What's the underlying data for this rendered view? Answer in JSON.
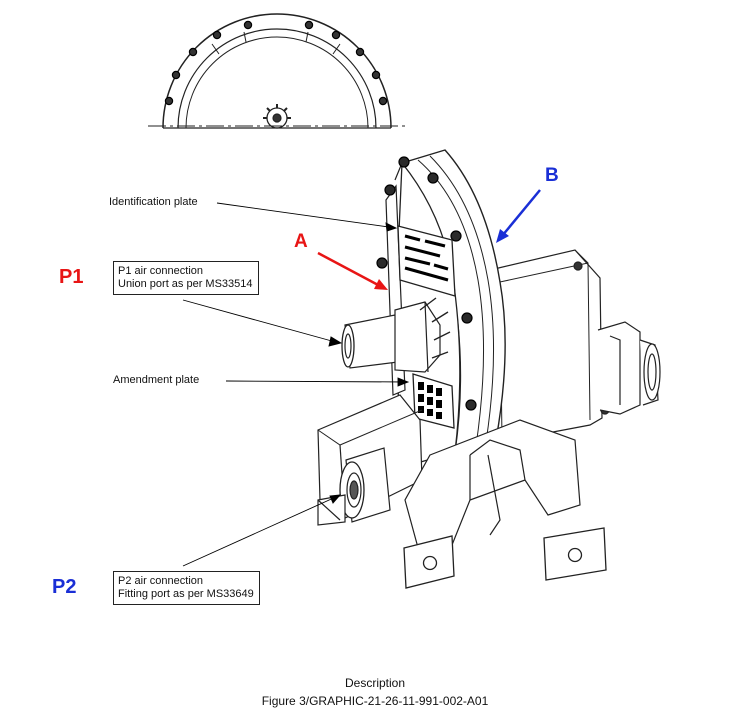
{
  "labels": {
    "p1": "P1",
    "p2": "P2",
    "a": "A",
    "b": "B",
    "identification_plate": "Identification plate",
    "amendment_plate": "Amendment plate",
    "p1_callout": [
      "P1 air connection",
      "Union port as per MS33514"
    ],
    "p2_callout": [
      "P2 air connection",
      "Fitting port as per MS33649"
    ]
  },
  "caption": {
    "line1": "Description",
    "line2": "Figure 3/GRAPHIC-21-26-11-991-002-A01"
  },
  "colors": {
    "red": "#e81515",
    "blue": "#1a2fd6",
    "line": "#222222"
  }
}
